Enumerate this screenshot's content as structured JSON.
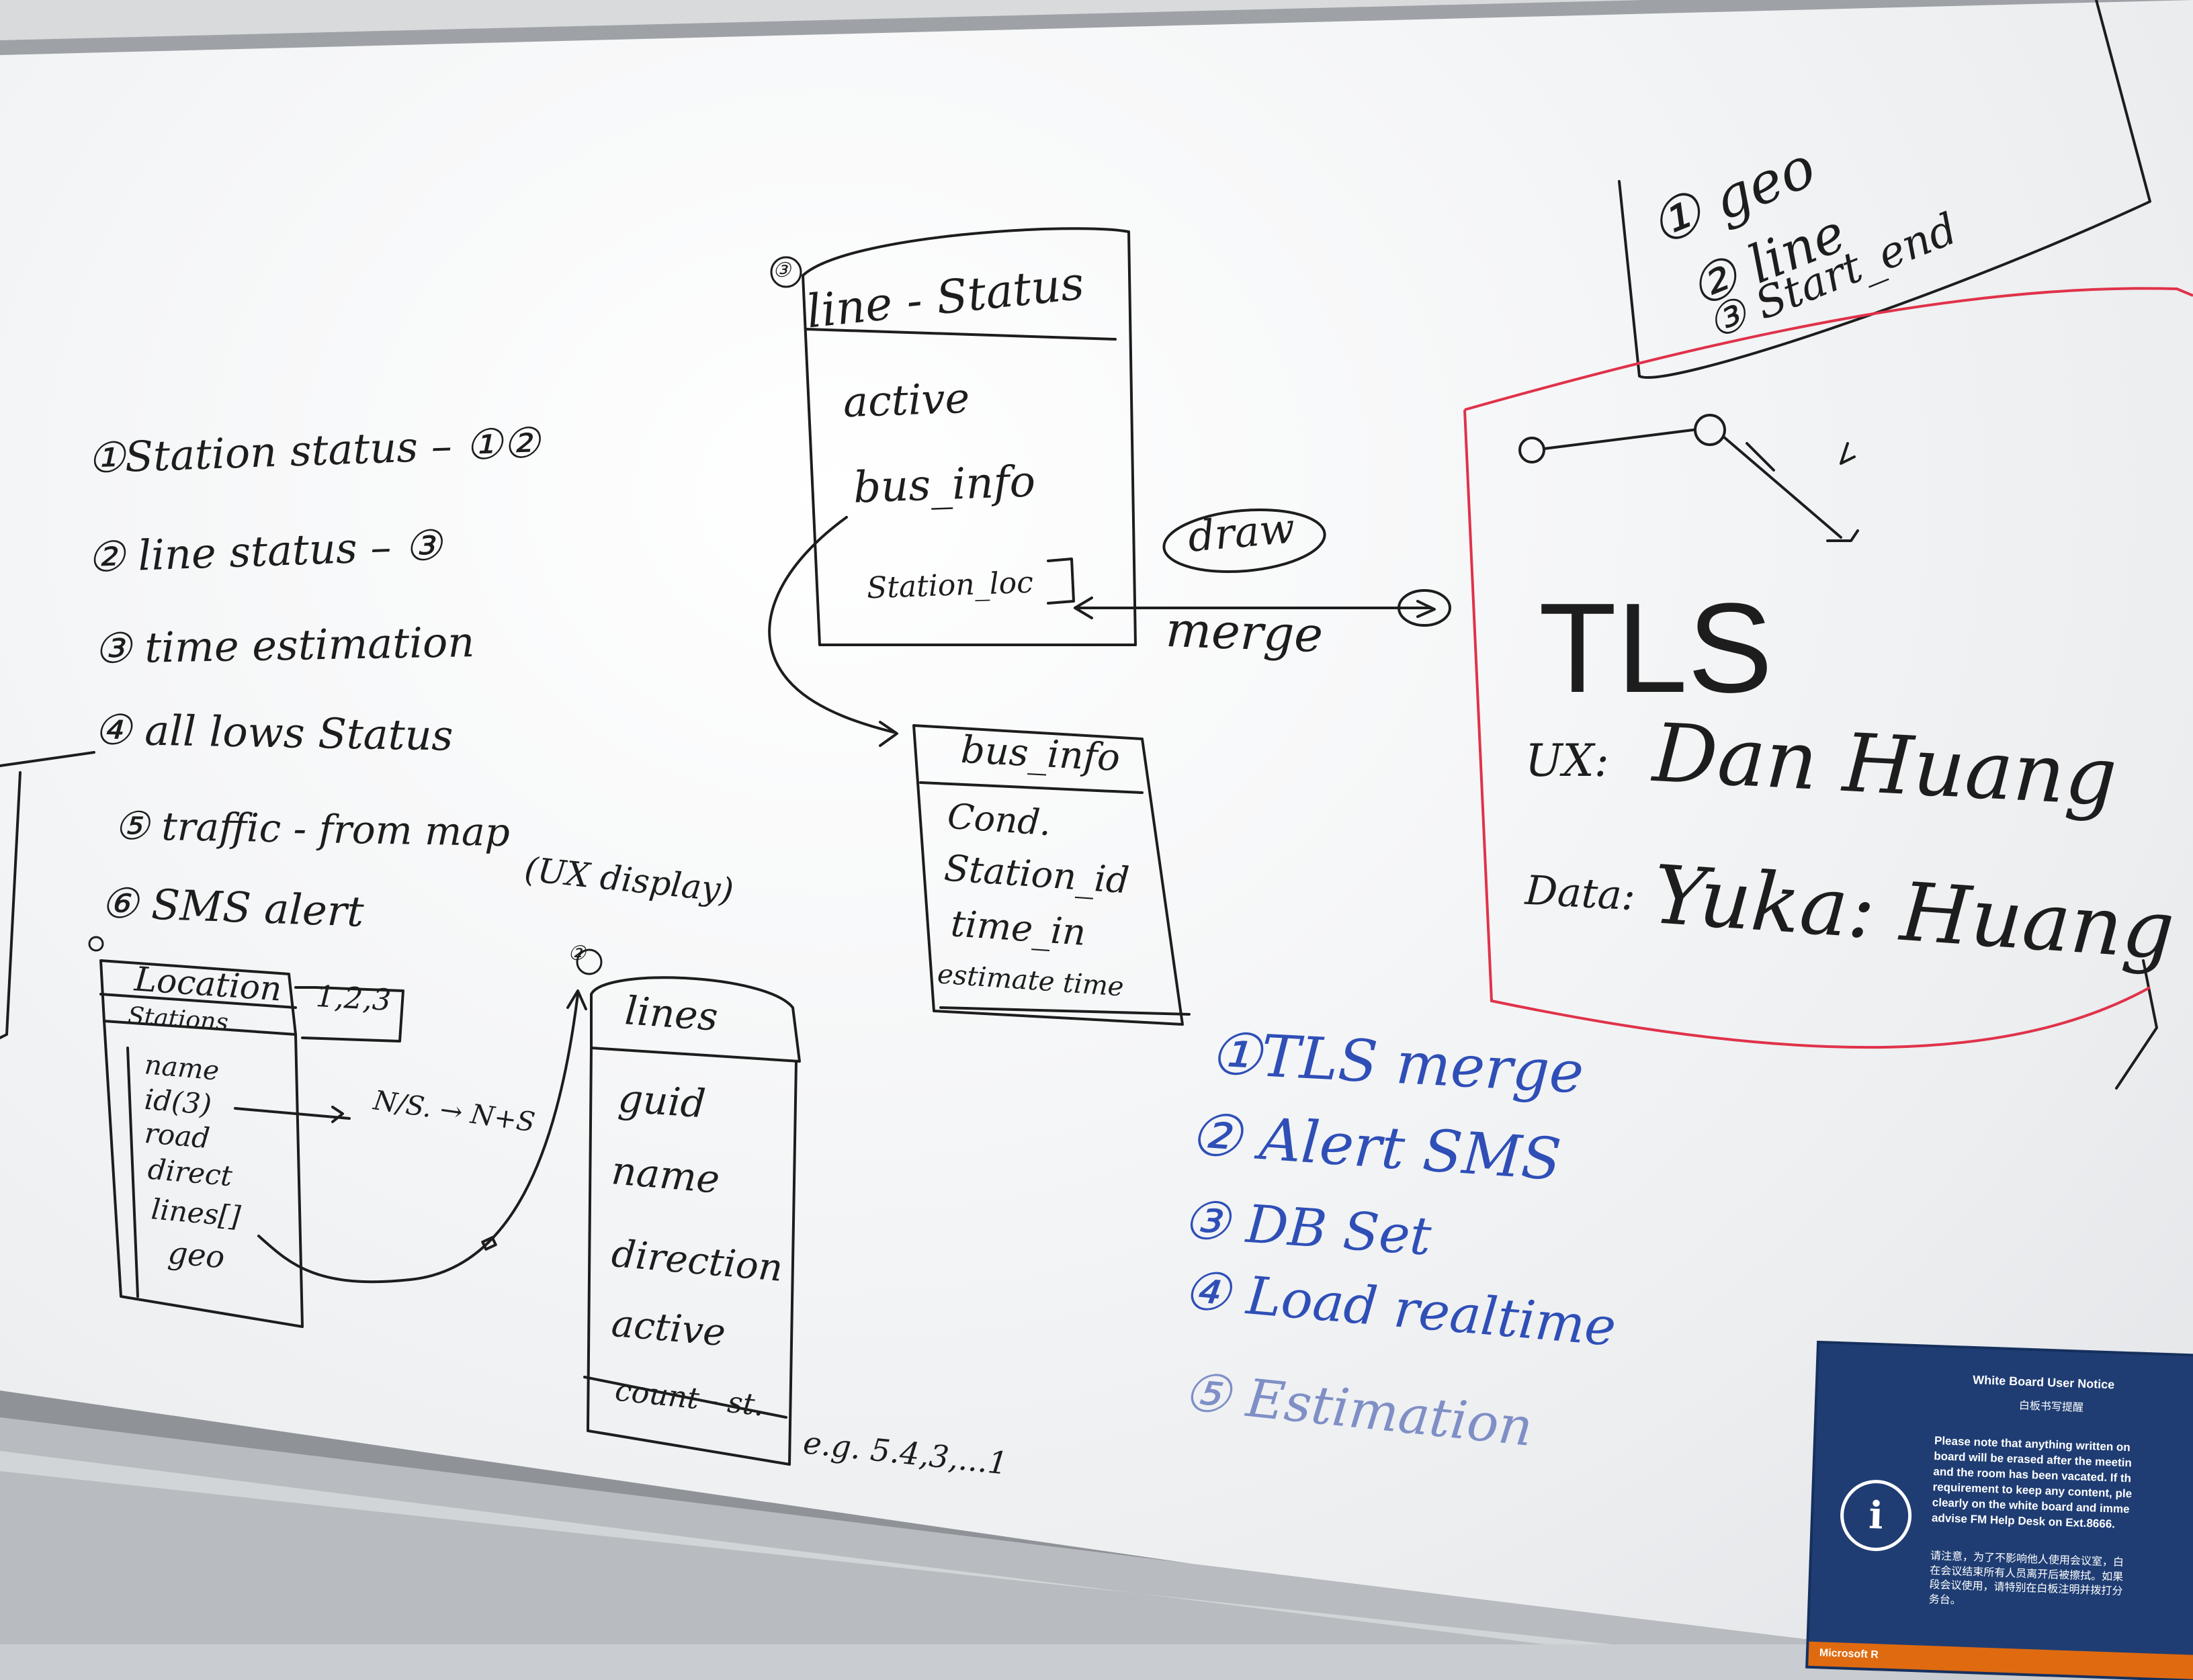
{
  "left_list": {
    "items": [
      "①Station status – ①②",
      "② line status – ③",
      "③ time estimation",
      "④ all lows Status",
      "⑤ traffic - from map",
      "(UX display)",
      "⑥ SMS alert"
    ]
  },
  "location_table": {
    "title": "Location",
    "subtitle": "Stations",
    "tag": "1,2,3",
    "fields": [
      "name",
      "id(3)",
      "road",
      "direct",
      "lines[]",
      "geo"
    ],
    "arrow_note": "N/S. → N+S"
  },
  "lines_table": {
    "num": "②",
    "title": "lines",
    "fields": [
      "guid",
      "name",
      "direction",
      "active",
      "count - st."
    ],
    "eg_note": "e.g. 5.4,3,...1"
  },
  "line_status_table": {
    "num": "③",
    "title": "line - Status",
    "fields": [
      "active",
      "bus_info",
      "Station_loc"
    ],
    "draw_label": "draw",
    "merge_label": "merge"
  },
  "bus_info_table": {
    "title": "bus_info",
    "fields": [
      "Cond.",
      "Station_id",
      "time_in",
      "estimate time"
    ]
  },
  "top_right_box": {
    "items": [
      "① geo",
      "② line",
      "③ Start_end"
    ]
  },
  "tls_box": {
    "title": "TLS",
    "ux_label": "UX:",
    "ux_name": "Dan Huang",
    "data_label": "Data:",
    "data_name": "Yuka: Huang"
  },
  "todo_list": {
    "items": [
      "①TLS merge",
      "② Alert SMS",
      "③ DB Set",
      "④ Load realtime",
      "⑤ Estimation"
    ]
  },
  "notice": {
    "title": "White Board User Notice",
    "subtitle": "白板书写提醒",
    "body": "Please note that anything written on\nboard will be erased after the meetin\nand the room has been vacated. If th\nrequirement to keep any content, ple\nclearly on the white board and imme\nadvise FM Help Desk on Ext.8666.",
    "body_cn": "请注意，为了不影响他人使用会议室，白\n在会议结束所有人员离开后被擦拭。如果\n段会议使用，请特别在白板注明并拨打分\n务台。",
    "footer": "Microsoft R"
  },
  "colors": {
    "ink_black": "#1d1d1d",
    "ink_blue": "#2f4fb7",
    "ink_red": "#e0324a",
    "notice_bg": "#1f3d73"
  }
}
